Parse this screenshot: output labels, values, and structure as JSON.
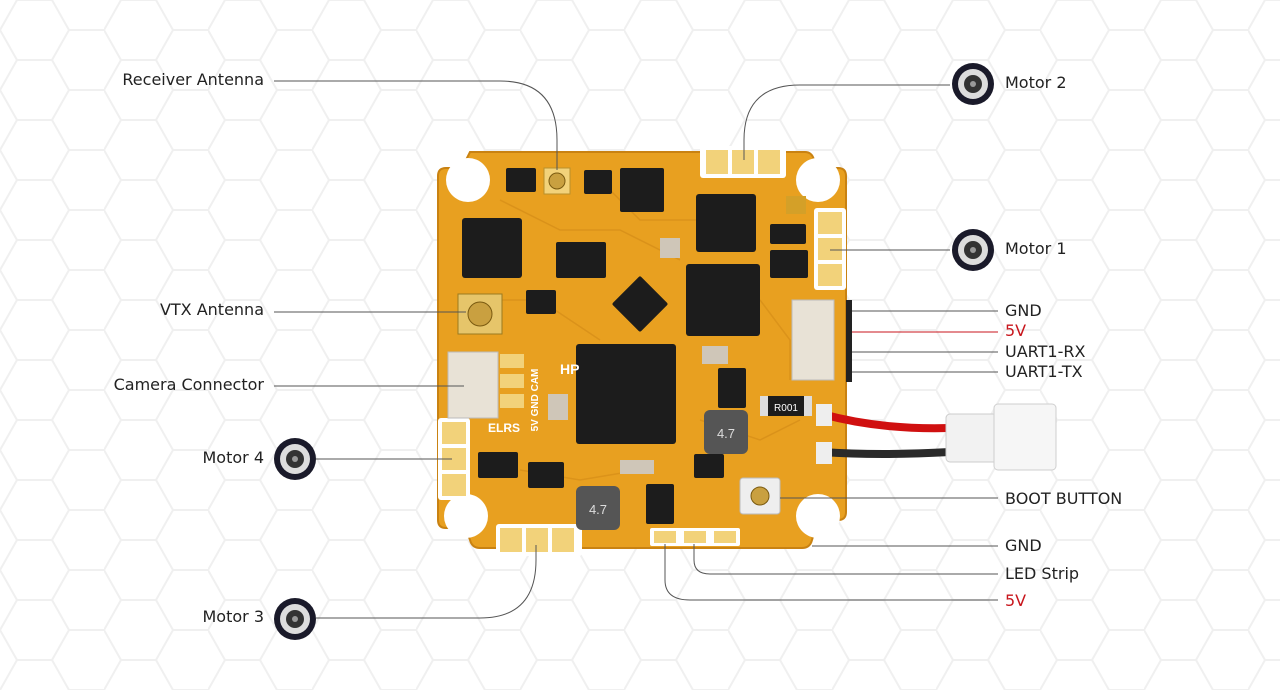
{
  "labels": {
    "receiver_antenna": "Receiver Antenna",
    "vtx_antenna": "VTX Antenna",
    "camera_connector": "Camera Connector",
    "motor_4": "Motor 4",
    "motor_3": "Motor 3",
    "motor_2": "Motor 2",
    "motor_1": "Motor 1",
    "gnd_top": "GND",
    "v5_top": "5V",
    "uart1_rx": "UART1-RX",
    "uart1_tx": "UART1-TX",
    "boot_button": "BOOT BUTTON",
    "gnd_bottom": "GND",
    "led_strip": "LED Strip",
    "v5_bottom": "5V"
  },
  "board_text": {
    "hp": "HP",
    "elrs": "ELRS",
    "cam_pins": "5V GND CAM",
    "resistor": "R001",
    "inductor_a": "4.7",
    "inductor_b": "4.7"
  },
  "colors": {
    "pcb": "#e8a020",
    "pcb_dark": "#c98212",
    "chip": "#1c1c1c",
    "pad": "#f2d27a",
    "red_text": "#c8161d",
    "leader_line": "#555555",
    "wire_red": "#d01010",
    "wire_black": "#2a2a2a"
  }
}
